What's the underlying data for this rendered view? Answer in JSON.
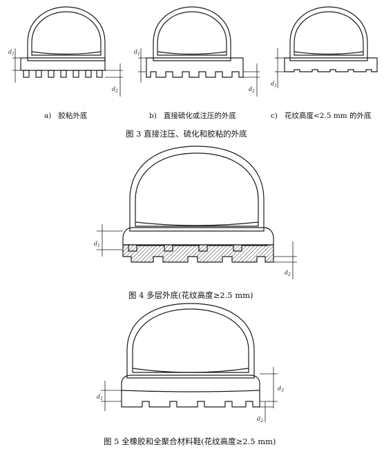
{
  "figure3": {
    "subcaptions": [
      {
        "letter": "a)",
        "text": "胶粘外底"
      },
      {
        "letter": "b)",
        "text": "直接硫化或注压的外底"
      },
      {
        "letter": "c)",
        "text": "花纹高度<2.5 mm 的外底"
      }
    ],
    "caption": "图 3   直接注压、硫化和胶粘的外底"
  },
  "figure4": {
    "caption": "图 4   多层外底(花纹高度≥2.5 mm)"
  },
  "figure5": {
    "caption": "图 5   全橡胶和全聚合材料鞋(花纹高度≥2.5 mm)"
  },
  "dimension_labels": {
    "thickness": "d",
    "sub1": "1",
    "sub2": "2"
  }
}
